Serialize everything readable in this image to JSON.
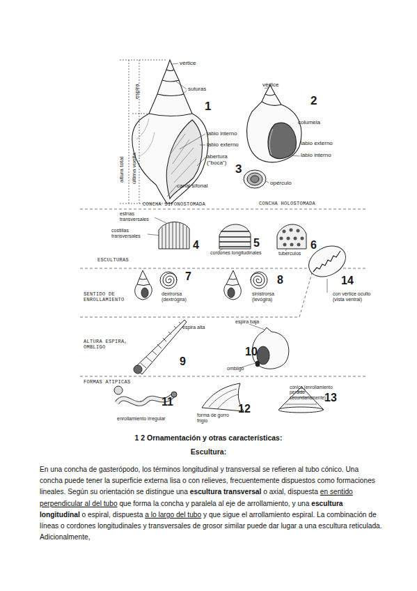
{
  "diagram": {
    "title": "1 2 Ornamentación y otras características:",
    "labels": [
      "vértice",
      "suturas",
      "espira",
      "altura total",
      "última vuelta",
      "1",
      "labio interno",
      "labio externo",
      "abertura (\"boca\")",
      "canal sifonal",
      "CONCHA SIFONOSTOMADA",
      "vértice",
      "2",
      "columela",
      "labio externo",
      "labio interno",
      "3",
      "opérculo",
      "CONCHA HOLOSTOMADA",
      "estrías transversales",
      "costillas transversales",
      "4",
      "cordones longitudinales",
      "5",
      "tubérculos",
      "6",
      "ESCULTURAS",
      "SENTIDO DE ENROLLAMIENTO",
      "7",
      "dextrorsa (dextrógira)",
      "sinistrorsa (levógira)",
      "8",
      "14",
      "con vértice oculto (vista ventral)",
      "ALTURA ESPIRA, OMBLIGO",
      "espira alta",
      "9",
      "espira baja",
      "10",
      "ombligo",
      "FORMAS ATIPICAS",
      "11",
      "enrollamiento irregular",
      "forma de gorro frigio",
      "12",
      "cónica (enrollamiento perdido secundariamente)",
      "13",
      "Escultura:",
      "En una concha de gasterópodo, los términos longitudinal y transversal se refieren al tubo cónico. Una concha puede tener la superficie externa lisa o con relieves, frecuentemente dispuestos como formaciones lineales. Según su orientación se distingue una",
      "escultura transversal",
      "o axial, dispuesta",
      "en sentido perpendicular al del tubo",
      "que forma la concha y paralela al eje de arrollamiento, y una",
      "escultura longitudinal",
      "o espiral, dispuesta",
      "a lo largo del tubo",
      "y que sigue el arrollamiento espiral. La combinación de líneas o cordones longitudinales y transversales de grosor similar puede dar lugar a una escultura reticulada. Adicionalmente,"
    ]
  }
}
